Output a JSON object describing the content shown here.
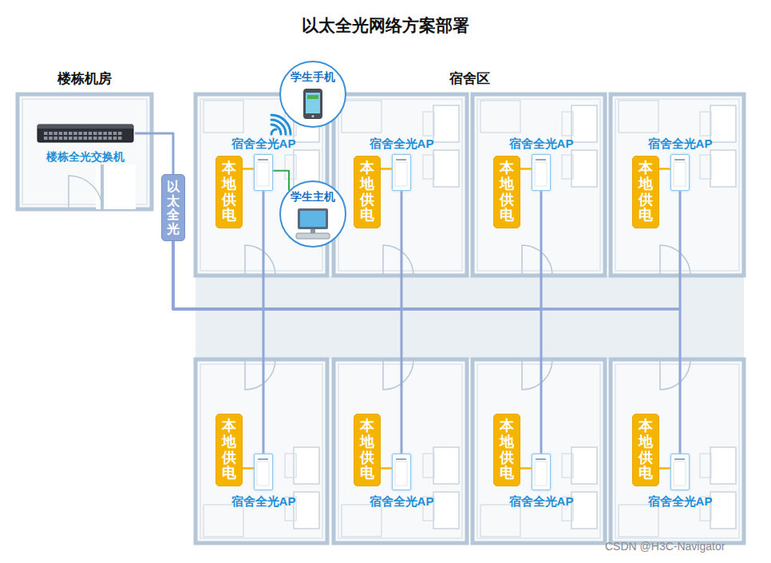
{
  "diagram": {
    "title": "以太全光网络方案部署",
    "nodes": [
      {
        "text": [
          "楼栋机房"
        ]
      },
      {
        "text": [
          "楼栋全光交换机"
        ],
        "in": 0
      },
      {
        "text": [
          "以太全光"
        ]
      },
      {
        "text": [
          "宿舍区"
        ]
      },
      {
        "text": [
          "学生手机"
        ]
      },
      {
        "text": [
          "学生主机"
        ]
      },
      {
        "text": [
          "本地供电"
        ],
        "in": 3
      },
      {
        "text": [
          "宿舍全光AP"
        ],
        "in": 3
      },
      {
        "text": [
          "本地供电"
        ],
        "in": 3
      },
      {
        "text": [
          "宿舍全光AP"
        ],
        "in": 3
      },
      {
        "text": [
          "本地供电"
        ],
        "in": 3
      },
      {
        "text": [
          "宿舍全光AP"
        ],
        "in": 3
      },
      {
        "text": [
          "本地供电"
        ],
        "in": 3
      },
      {
        "text": [
          "宿舍全光AP"
        ],
        "in": 3
      },
      {
        "text": [
          "本地供电"
        ],
        "in": 3
      },
      {
        "text": [
          "宿舍全光AP"
        ],
        "in": 3
      },
      {
        "text": [
          "本地供电"
        ],
        "in": 3
      },
      {
        "text": [
          "宿舍全光AP"
        ],
        "in": 3
      },
      {
        "text": [
          "本地供电"
        ],
        "in": 3
      },
      {
        "text": [
          "宿舍全光AP"
        ],
        "in": 3
      },
      {
        "text": [
          "本地供电"
        ],
        "in": 3
      },
      {
        "text": [
          "宿舍全光AP"
        ],
        "in": 3
      }
    ],
    "edges": [
      {
        "from": 1,
        "to": 2,
        "arrow": "none"
      },
      {
        "from": 2,
        "to": 7,
        "arrow": "none"
      },
      {
        "from": 2,
        "to": 9,
        "arrow": "none"
      },
      {
        "from": 2,
        "to": 11,
        "arrow": "none"
      },
      {
        "from": 2,
        "to": 13,
        "arrow": "none"
      },
      {
        "from": 2,
        "to": 15,
        "arrow": "none"
      },
      {
        "from": 2,
        "to": 17,
        "arrow": "none"
      },
      {
        "from": 2,
        "to": 19,
        "arrow": "none"
      },
      {
        "from": 2,
        "to": 21,
        "arrow": "none"
      },
      {
        "from": 6,
        "to": 7,
        "arrow": "none"
      },
      {
        "from": 8,
        "to": 9,
        "arrow": "none"
      },
      {
        "from": 10,
        "to": 11,
        "arrow": "none"
      },
      {
        "from": 12,
        "to": 13,
        "arrow": "none"
      },
      {
        "from": 14,
        "to": 15,
        "arrow": "none"
      },
      {
        "from": 16,
        "to": 17,
        "arrow": "none"
      },
      {
        "from": 18,
        "to": 19,
        "arrow": "none"
      },
      {
        "from": 20,
        "to": 21,
        "arrow": "none"
      },
      {
        "from": 7,
        "to": 5,
        "arrow": "none"
      }
    ],
    "labels": [
      "CSDN @H3C-Navigator"
    ]
  }
}
